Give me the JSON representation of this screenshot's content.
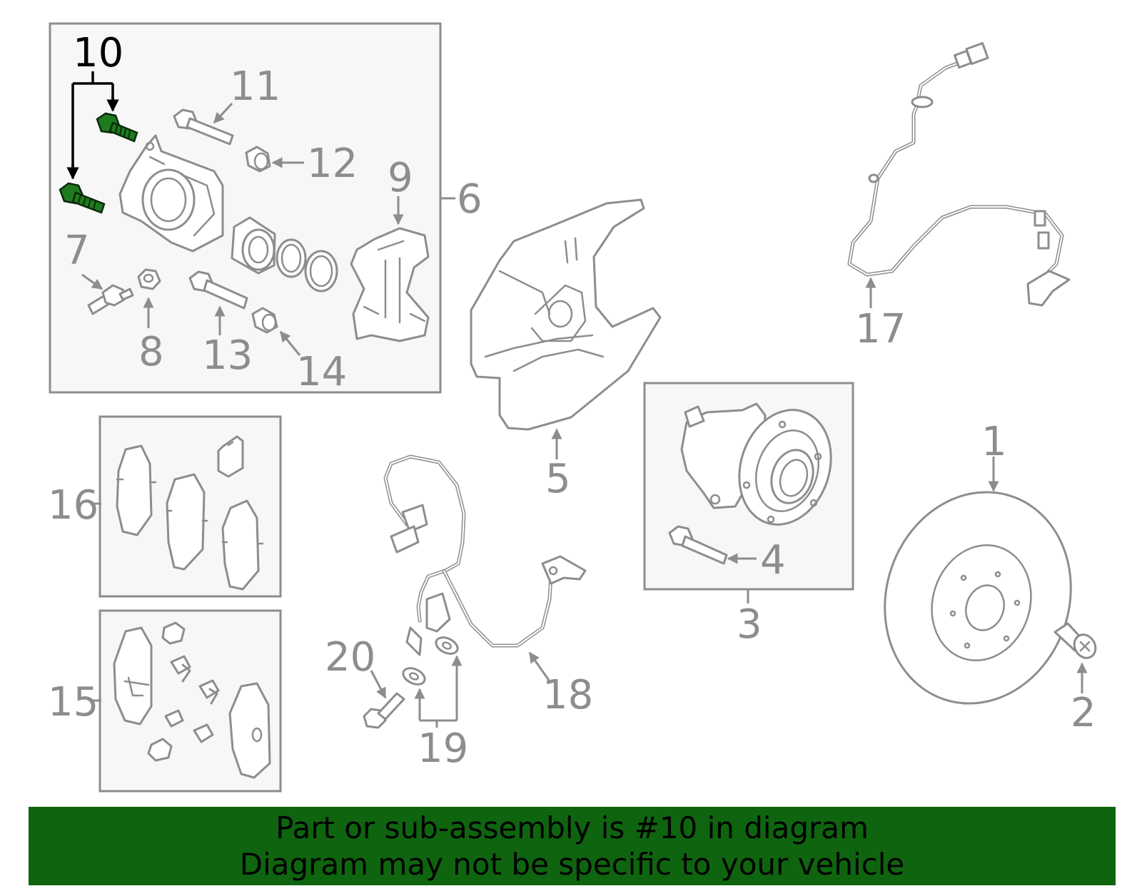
{
  "diagram": {
    "highlight_color": "#1e7a1e",
    "line_color": "#8d8d8d",
    "callouts": {
      "c1": "1",
      "c2": "2",
      "c3": "3",
      "c4": "4",
      "c5": "5",
      "c6": "6",
      "c7": "7",
      "c8": "8",
      "c9": "9",
      "c10": "10",
      "c11": "11",
      "c12": "12",
      "c13": "13",
      "c14": "14",
      "c15": "15",
      "c16": "16",
      "c17": "17",
      "c18": "18",
      "c19": "19",
      "c20": "20"
    }
  },
  "banner": {
    "background": "#0f640f",
    "line1": "Part or sub-assembly is #10 in diagram",
    "line2": "Diagram may not be specific to your vehicle"
  }
}
